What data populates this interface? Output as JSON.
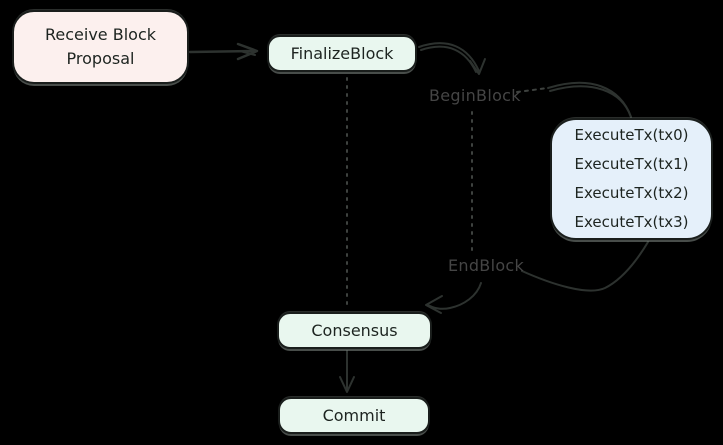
{
  "diagram": {
    "colors": {
      "background": "#000000",
      "connector_stroke": "#2d322f",
      "dashed_stroke": "#3e423f",
      "edge_label_color": "#454545",
      "node_text_color": "#1d2420",
      "fill_pink": "#fcf0ee",
      "fill_green": "#e9f7ef",
      "fill_blue": "#e5f0fa"
    },
    "nodes": {
      "receive_proposal": {
        "lines": [
          "Receive Block",
          "Proposal"
        ],
        "fill": "#fcf0ee"
      },
      "finalize_block": {
        "label": "FinalizeBlock",
        "fill": "#e9f7ef"
      },
      "execute_tx": {
        "lines": [
          "ExecuteTx(tx0)",
          "ExecuteTx(tx1)",
          "ExecuteTx(tx2)",
          "ExecuteTx(tx3)"
        ],
        "fill": "#e5f0fa"
      },
      "consensus": {
        "label": "Consensus",
        "fill": "#e9f7ef"
      },
      "commit": {
        "label": "Commit",
        "fill": "#e9f7ef"
      }
    },
    "edge_labels": {
      "begin_block": "BeginBlock",
      "end_block": "EndBlock"
    }
  }
}
